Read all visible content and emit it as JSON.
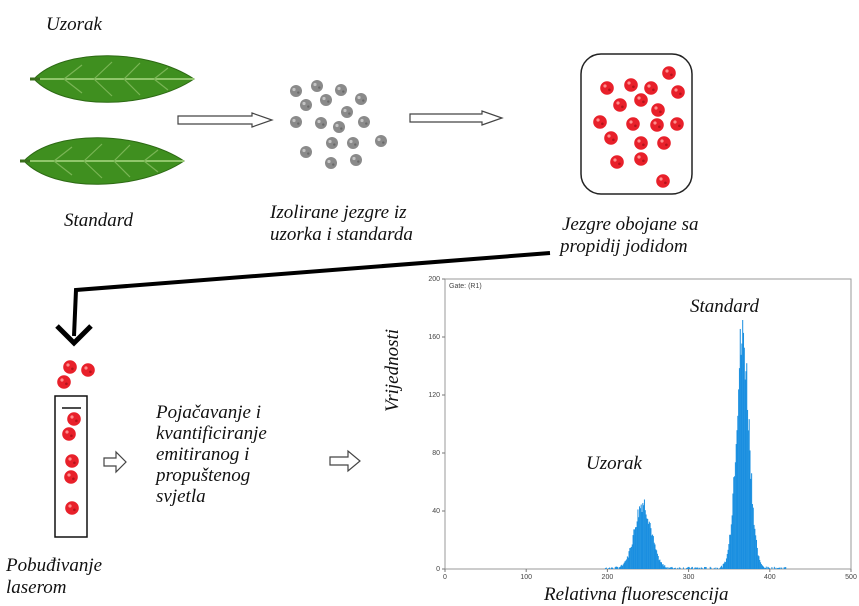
{
  "labels": {
    "sample": "Uzorak",
    "standard": "Standard",
    "isolated_line1": "Izolirane jezgre iz",
    "isolated_line2": "uzorka i standarda",
    "stained_line1": "Jezgre obojane sa",
    "stained_line2": "propidij jodidom",
    "amplify_line1": "Pojačavanje i",
    "amplify_line2": "kvantificiranje",
    "amplify_line3": "emitiranog i",
    "amplify_line4": "propuštenog",
    "amplify_line5": "svjetla",
    "laser_line1": "Pobuđivanje",
    "laser_line2": "laserom"
  },
  "colors": {
    "leaf": "#3f8f1f",
    "nucleus_gray": "#808080",
    "nucleus_red": "#e8202a",
    "histogram": "#1a8fe0"
  },
  "chart_data": {
    "type": "area",
    "gate_label": "Gate: (R1)",
    "xlabel": "Relativna fluorescencija",
    "ylabel": "Vrijednosti",
    "xlim": [
      0,
      500
    ],
    "ylim": [
      0,
      200
    ],
    "x_ticks": [
      "0",
      "100",
      "200",
      "300",
      "400",
      "500"
    ],
    "y_ticks": [
      "0",
      "40",
      "80",
      "120",
      "160",
      "200"
    ],
    "annotations": [
      "Uzorak",
      "Standard"
    ],
    "peaks": [
      {
        "name": "Uzorak",
        "center": 243,
        "height": 45,
        "width": 10
      },
      {
        "name": "Standard",
        "center": 366,
        "height": 158,
        "width": 8
      }
    ]
  }
}
